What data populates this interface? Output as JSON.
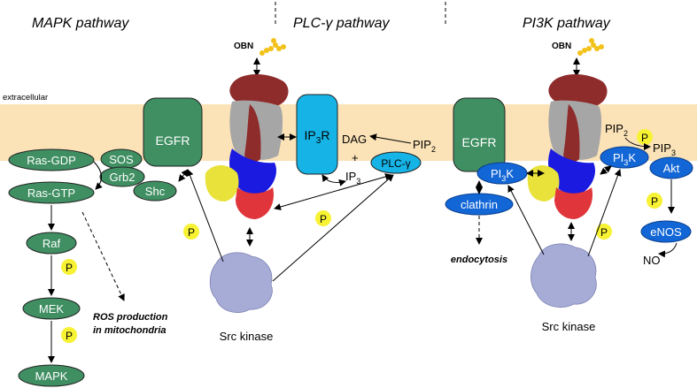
{
  "titles": {
    "mapk": "MAPK pathway",
    "plc": "PLC-γ pathway",
    "pi3k": "PI3K pathway"
  },
  "extracellular": "extracellular",
  "obn": "OBN",
  "egfr": "EGFR",
  "mapk_nodes": {
    "sos": "SOS",
    "grb2": "Grb2",
    "shc": "Shc",
    "ras_gdp": "Ras-GDP",
    "ras_gtp": "Ras-GTP",
    "raf": "Raf",
    "mek": "MEK",
    "mapk": "MAPK"
  },
  "ros": {
    "line1": "ROS production",
    "line2": "in mitochondria"
  },
  "phospho": "P",
  "plc_nodes": {
    "ip3r_main": "IP",
    "ip3r_sub": "3",
    "ip3r_tail": "R",
    "dag": "DAG",
    "plus": "+",
    "ip3_main": "IP",
    "ip3_sub": "3",
    "pip2_main": "PIP",
    "pip2_sub": "2",
    "plc_gamma": "PLC-γ"
  },
  "src_kinase": "Src kinase",
  "pi3k_nodes": {
    "pi3k_main": "PI",
    "pi3k_sub": "3",
    "pi3k_tail": "K",
    "clathrin": "clathrin",
    "endocytosis": "endocytosis",
    "pip2_main": "PIP",
    "pip2_sub": "2",
    "pip3_main": "PIP",
    "pip3_sub": "3",
    "akt": "Akt",
    "enos": "eNOS",
    "no": "NO"
  },
  "colors": {
    "membrane": "#fbe3b7",
    "green_node": "#3f8f62",
    "green_stroke": "#2a5e3c",
    "blue_node": "#1266d6",
    "blue_dark": "#0a3f8c",
    "cyan_node": "#16b4e6",
    "phospho": "#f7f233",
    "obn_beads": "#f2c21a",
    "receptor_red_dark": "#8e2b2b",
    "receptor_grey": "#a6a6a6",
    "receptor_red": "#e0353a",
    "receptor_blue": "#1a1ae0",
    "receptor_yellow": "#e8e23a",
    "src_kinase": "#a7acd6"
  }
}
